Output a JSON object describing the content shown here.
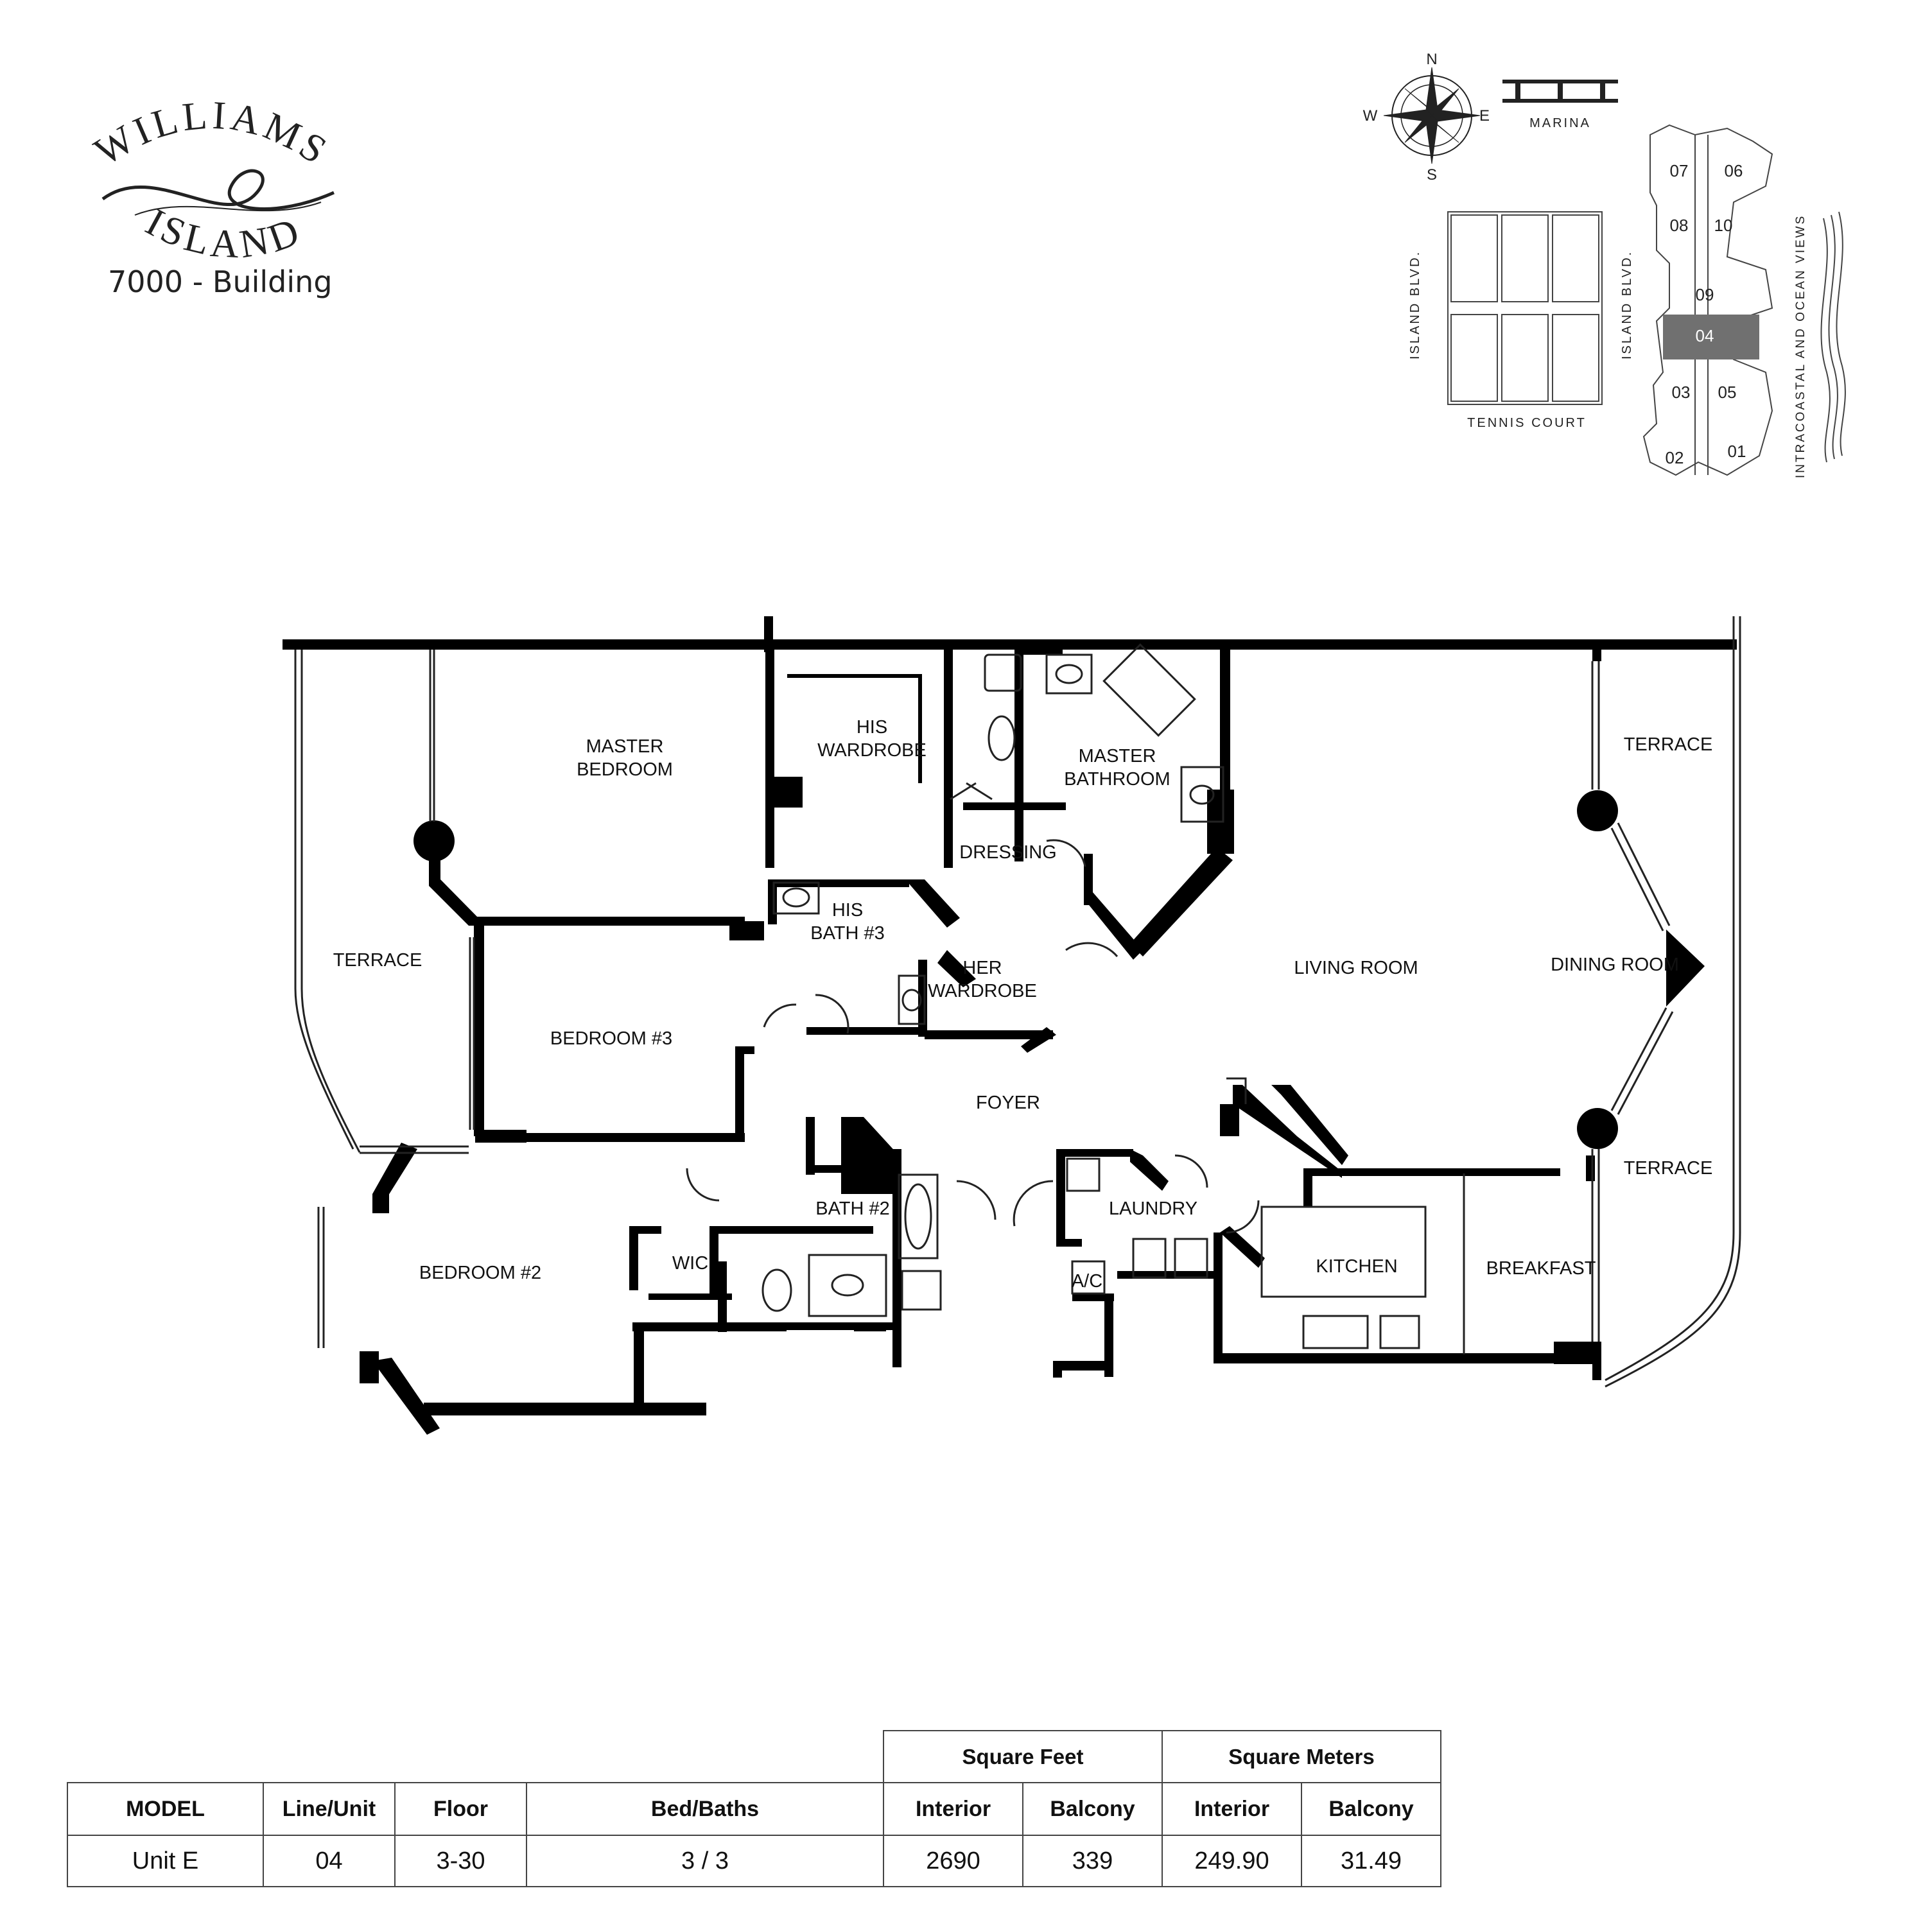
{
  "brand": {
    "name_line1": "WILLIAMS",
    "name_line2": "ISLAND",
    "building": "7000 - Building"
  },
  "key_plan": {
    "compass": {
      "n": "N",
      "s": "S",
      "e": "E",
      "w": "W"
    },
    "marina_label": "MARINA",
    "tennis_label": "TENNIS COURT",
    "street_left": "ISLAND BLVD.",
    "street_right": "ISLAND BLVD.",
    "views_label": "INTRACOASTAL AND OCEAN VIEWS",
    "units": [
      "07",
      "06",
      "08",
      "10",
      "09",
      "04",
      "03",
      "05",
      "02",
      "01"
    ],
    "highlighted_unit": "04",
    "highlight_color": "#707070"
  },
  "rooms": {
    "master_bedroom": [
      "MASTER",
      "BEDROOM"
    ],
    "his_wardrobe": [
      "HIS",
      "WARDROBE"
    ],
    "master_bathroom": [
      "MASTER",
      "BATHROOM"
    ],
    "terrace_top": "TERRACE",
    "dressing": "DRESSING",
    "his_bath3": [
      "HIS",
      "BATH #3"
    ],
    "her_wardrobe": [
      "HER",
      "WARDROBE"
    ],
    "terrace_left": "TERRACE",
    "living_room": "LIVING ROOM",
    "dining_room": "DINING ROOM",
    "bedroom3": "BEDROOM #3",
    "foyer": "FOYER",
    "terrace_bottom": "TERRACE",
    "bath2": "BATH #2",
    "laundry": "LAUNDRY",
    "bedroom2": "BEDROOM #2",
    "wic": "WIC",
    "ac": "A/C",
    "kitchen": "KITCHEN",
    "breakfast": "BREAKFAST"
  },
  "table": {
    "group_headers": [
      "Square Feet",
      "Square Meters"
    ],
    "headers": [
      "MODEL",
      "Line/Unit",
      "Floor",
      "Bed/Baths",
      "Interior",
      "Balcony",
      "Interior",
      "Balcony"
    ],
    "row": [
      "Unit E",
      "04",
      "3-30",
      "3 / 3",
      "2690",
      "339",
      "249.90",
      "31.49"
    ]
  }
}
